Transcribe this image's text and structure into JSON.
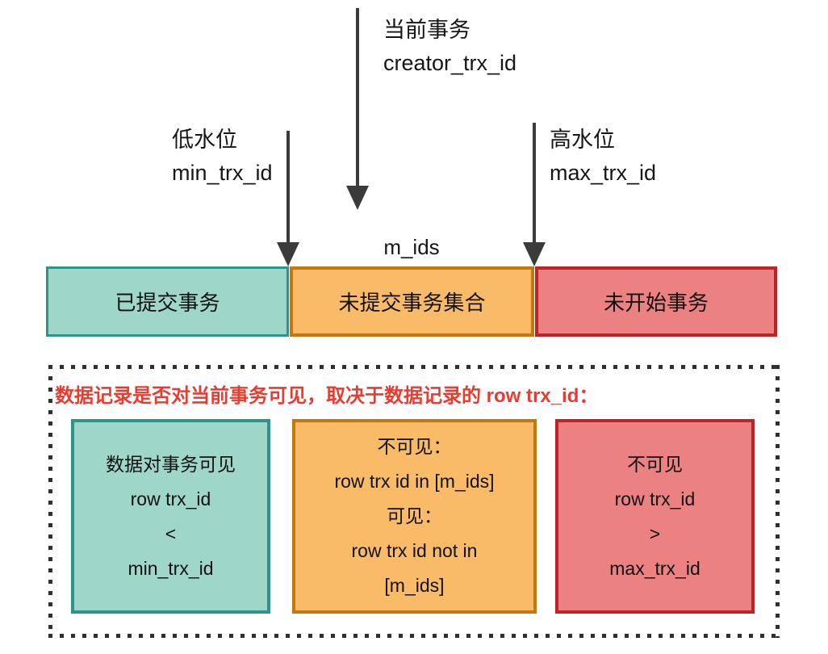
{
  "colors": {
    "committed_fill": "#9ed6c8",
    "committed_border": "#2f9488",
    "active_fill": "#f9bb68",
    "active_border": "#c4770e",
    "future_fill": "#ec8181",
    "future_border": "#c02227",
    "arrow": "#3b3b3b",
    "title_red": "#e83c30"
  },
  "annotations": {
    "current_trx": {
      "line1": "当前事务",
      "line2": "creator_trx_id"
    },
    "low_watermark": {
      "line1": "低水位",
      "line2": "min_trx_id"
    },
    "high_watermark": {
      "line1": "高水位",
      "line2": "max_trx_id"
    },
    "m_ids": "m_ids"
  },
  "bar": {
    "segments": [
      {
        "label": "已提交事务"
      },
      {
        "label": "未提交事务集合"
      },
      {
        "label": "未开始事务"
      }
    ]
  },
  "panel": {
    "title": "数据记录是否对当前事务可见，取决于数据记录的 row trx_id：",
    "boxes": [
      {
        "lines": [
          "数据对事务可见",
          "row trx_id",
          "<",
          "min_trx_id"
        ]
      },
      {
        "lines": [
          "不可见：",
          "row trx id in [m_ids]",
          "可见：",
          "row trx id not in",
          "[m_ids]"
        ]
      },
      {
        "lines": [
          "不可见",
          "row trx_id",
          ">",
          "max_trx_id"
        ]
      }
    ]
  }
}
